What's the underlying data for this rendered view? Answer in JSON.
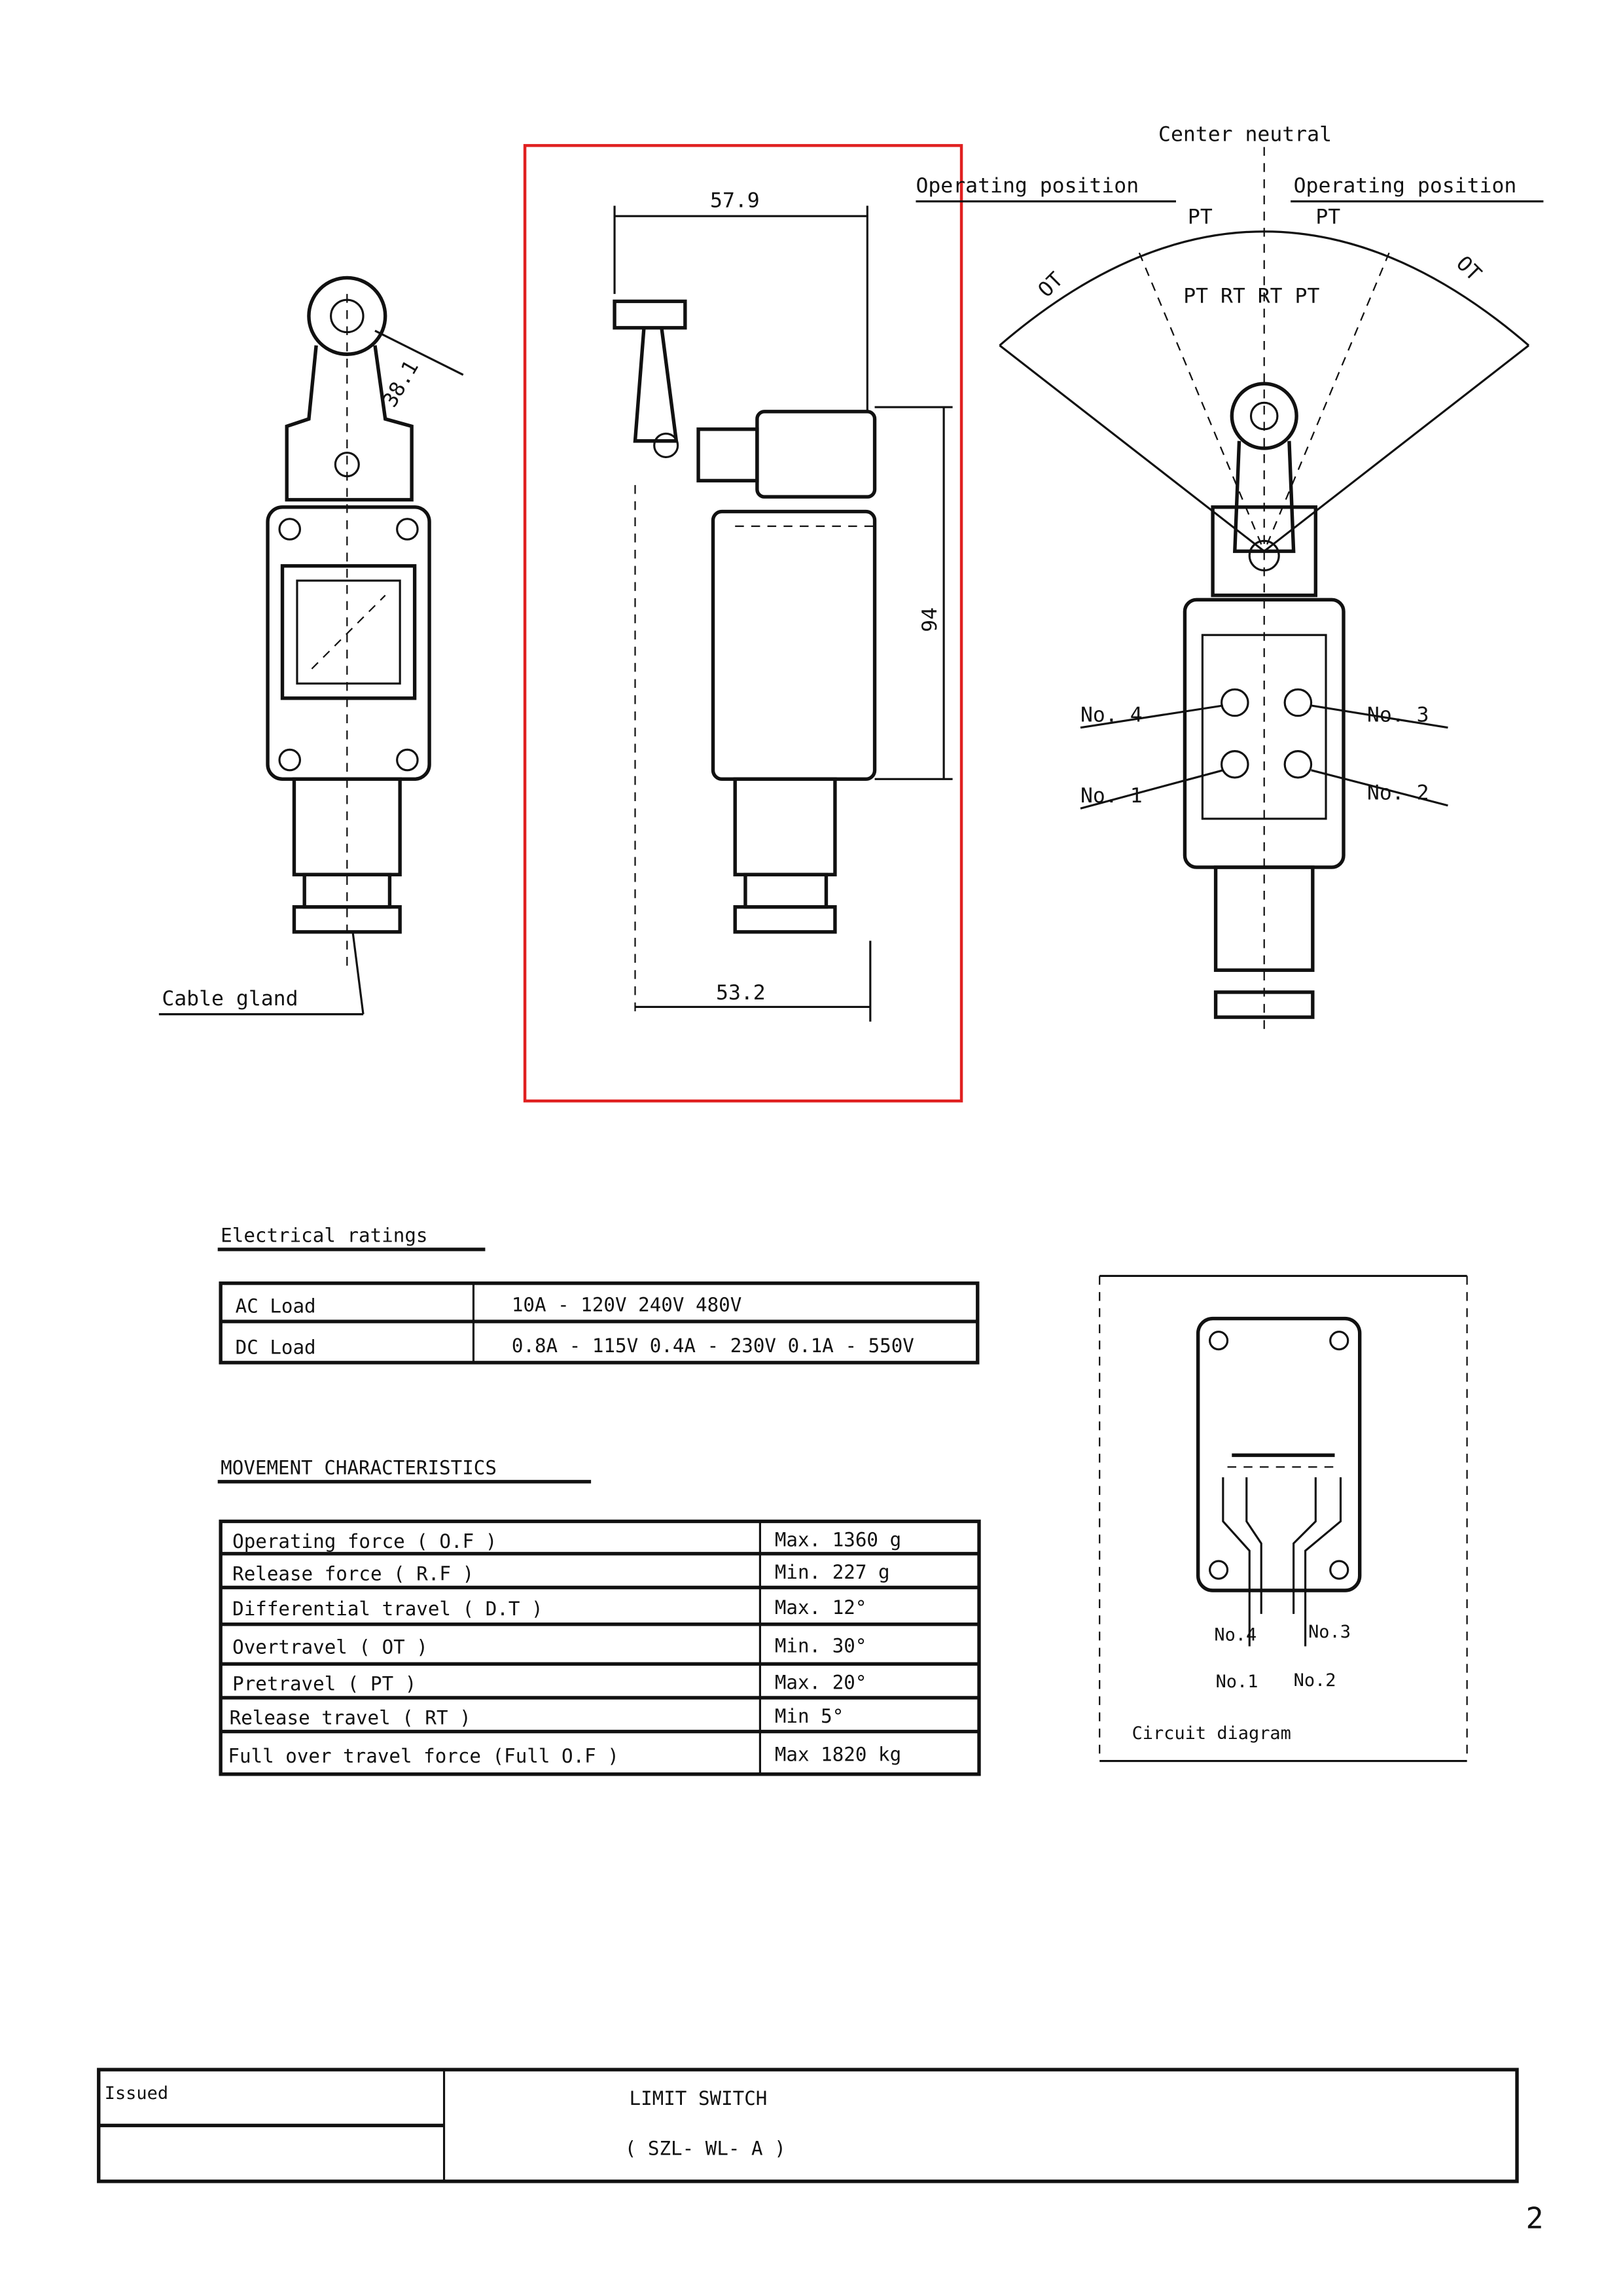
{
  "drawing": {
    "front_view": {
      "dimension_lever": "38.1",
      "cable_gland_label": "Cable gland"
    },
    "side_view": {
      "width_top": "57.9",
      "height": "94",
      "width_bottom": "53.2"
    },
    "operating_view": {
      "center_neutral": "Center neutral",
      "operating_position_left": "Operating position",
      "operating_position_right": "Operating position",
      "pt_left": "PT",
      "pt_right": "PT",
      "ot_left": "OT",
      "ot_right": "OT",
      "travel_labels": "PT RT RT PT",
      "terminals": {
        "no4": "No. 4",
        "no3": "No. 3",
        "no1": "No. 1",
        "no2": "No. 2"
      }
    }
  },
  "electrical_ratings": {
    "title": "Electrical ratings",
    "rows": [
      {
        "label": "AC Load",
        "value": "10A - 120V 240V 480V"
      },
      {
        "label": "DC Load",
        "value": "0.8A - 115V 0.4A - 230V 0.1A - 550V"
      }
    ]
  },
  "movement": {
    "title": "MOVEMENT CHARACTERISTICS",
    "rows": [
      {
        "label": "Operating force ( O.F )",
        "value": "Max. 1360 g"
      },
      {
        "label": "Release force ( R.F )",
        "value": "Min. 227 g"
      },
      {
        "label": "Differential travel ( D.T )",
        "value": "Max. 12°"
      },
      {
        "label": "Overtravel ( OT )",
        "value": "Min. 30°"
      },
      {
        "label": "Pretravel ( PT )",
        "value": "Max. 20°"
      },
      {
        "label": "Release travel ( RT )",
        "value": "Min 5°"
      },
      {
        "label": "Full over travel force (Full O.F )",
        "value": "Max 1820 kg"
      }
    ]
  },
  "circuit": {
    "no4": "No.4",
    "no3": "No.3",
    "no1": "No.1",
    "no2": "No.2",
    "caption": "Circuit diagram"
  },
  "title_block": {
    "issued": "Issued",
    "title": "LIMIT SWITCH",
    "model": "( SZL- WL- A )"
  },
  "page_number": "2",
  "highlight_color": "#e02020"
}
